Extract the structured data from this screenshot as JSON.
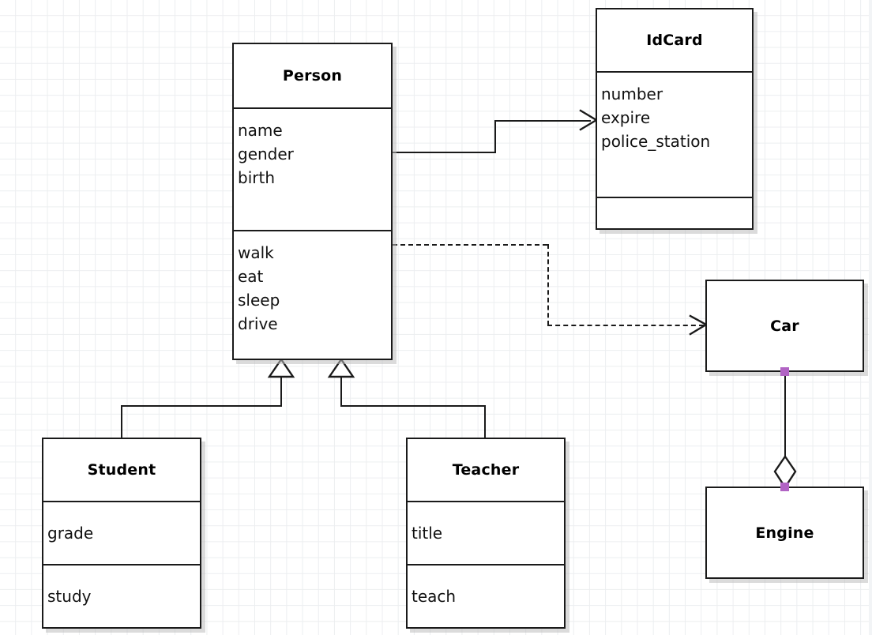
{
  "diagram": {
    "type": "uml-class-diagram",
    "background": "#ffffff",
    "grid_color": "#eceef0",
    "line_color": "#1a1a1a",
    "endpoint_color": "#b163c4"
  },
  "classes": {
    "person": {
      "name": "Person",
      "attributes": [
        "name",
        "gender",
        "birth"
      ],
      "methods": [
        "walk",
        "eat",
        "sleep",
        "drive"
      ],
      "attributes_text": "name\ngender\nbirth",
      "methods_text": "walk\neat\nsleep\ndrive"
    },
    "idcard": {
      "name": "IdCard",
      "attributes": [
        "number",
        "expire",
        "police_station"
      ],
      "methods": [],
      "attributes_text": "number\nexpire\npolice_station",
      "methods_text": ""
    },
    "car": {
      "name": "Car",
      "attributes": [],
      "methods": []
    },
    "engine": {
      "name": "Engine",
      "attributes": [],
      "methods": []
    },
    "student": {
      "name": "Student",
      "attributes": [
        "grade"
      ],
      "methods": [
        "study"
      ],
      "attributes_text": "grade",
      "methods_text": "study"
    },
    "teacher": {
      "name": "Teacher",
      "attributes": [
        "title"
      ],
      "methods": [
        "teach"
      ],
      "attributes_text": "title",
      "methods_text": "teach"
    }
  },
  "relationships": [
    {
      "id": "person-idcard",
      "from": "Person",
      "to": "IdCard",
      "kind": "association",
      "line": "solid",
      "arrowhead": "open-arrow"
    },
    {
      "id": "person-car",
      "from": "Person",
      "to": "Car",
      "kind": "dependency",
      "line": "dashed",
      "arrowhead": "open-arrow"
    },
    {
      "id": "student-person",
      "from": "Student",
      "to": "Person",
      "kind": "generalization",
      "line": "solid",
      "arrowhead": "hollow-triangle"
    },
    {
      "id": "teacher-person",
      "from": "Teacher",
      "to": "Person",
      "kind": "generalization",
      "line": "solid",
      "arrowhead": "hollow-triangle"
    },
    {
      "id": "car-engine",
      "from": "Car",
      "to": "Engine",
      "kind": "aggregation",
      "line": "solid",
      "arrowhead": "hollow-diamond"
    }
  ]
}
